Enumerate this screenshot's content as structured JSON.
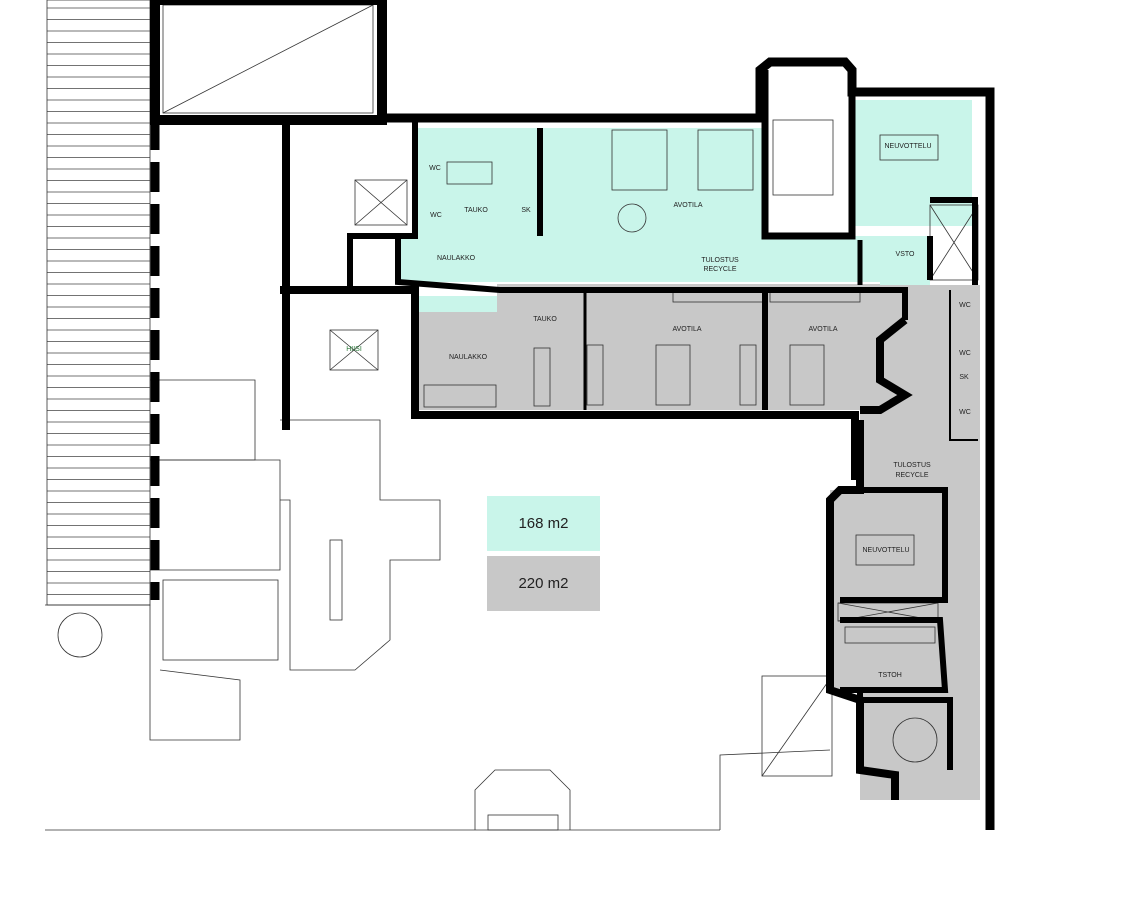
{
  "colors": {
    "area_a": "#c9f5ea",
    "area_b": "#c8c8c8",
    "wall": "#000000",
    "line": "#333333"
  },
  "rooms": {
    "tauko_a": "TAUKO",
    "avotila_a": "AVOTILA",
    "naulakko_a": "NAULAKKO",
    "tulostus_a": "TULOSTUS",
    "recycle_a": "RECYCLE",
    "neuvottelu_a": "NEUVOTTELU",
    "vsto": "VSTO",
    "wc1": "WC",
    "wc2": "WC",
    "sk_a": "SK",
    "tauko_b": "TAUKO",
    "naulakko_b": "NAULAKKO",
    "avotila_b1": "AVOTILA",
    "avotila_b2": "AVOTILA",
    "hiisi": "HIISI",
    "wc3": "WC",
    "wc4": "WC",
    "sk_b": "SK",
    "wc5": "WC",
    "tulostus_b": "TULOSTUS",
    "recycle_b": "RECYCLE",
    "neuvottelu_b": "NEUVOTTELU",
    "tstoh": "TSTOH"
  },
  "legend": [
    {
      "label": "168 m2"
    },
    {
      "label": "220 m2"
    }
  ]
}
